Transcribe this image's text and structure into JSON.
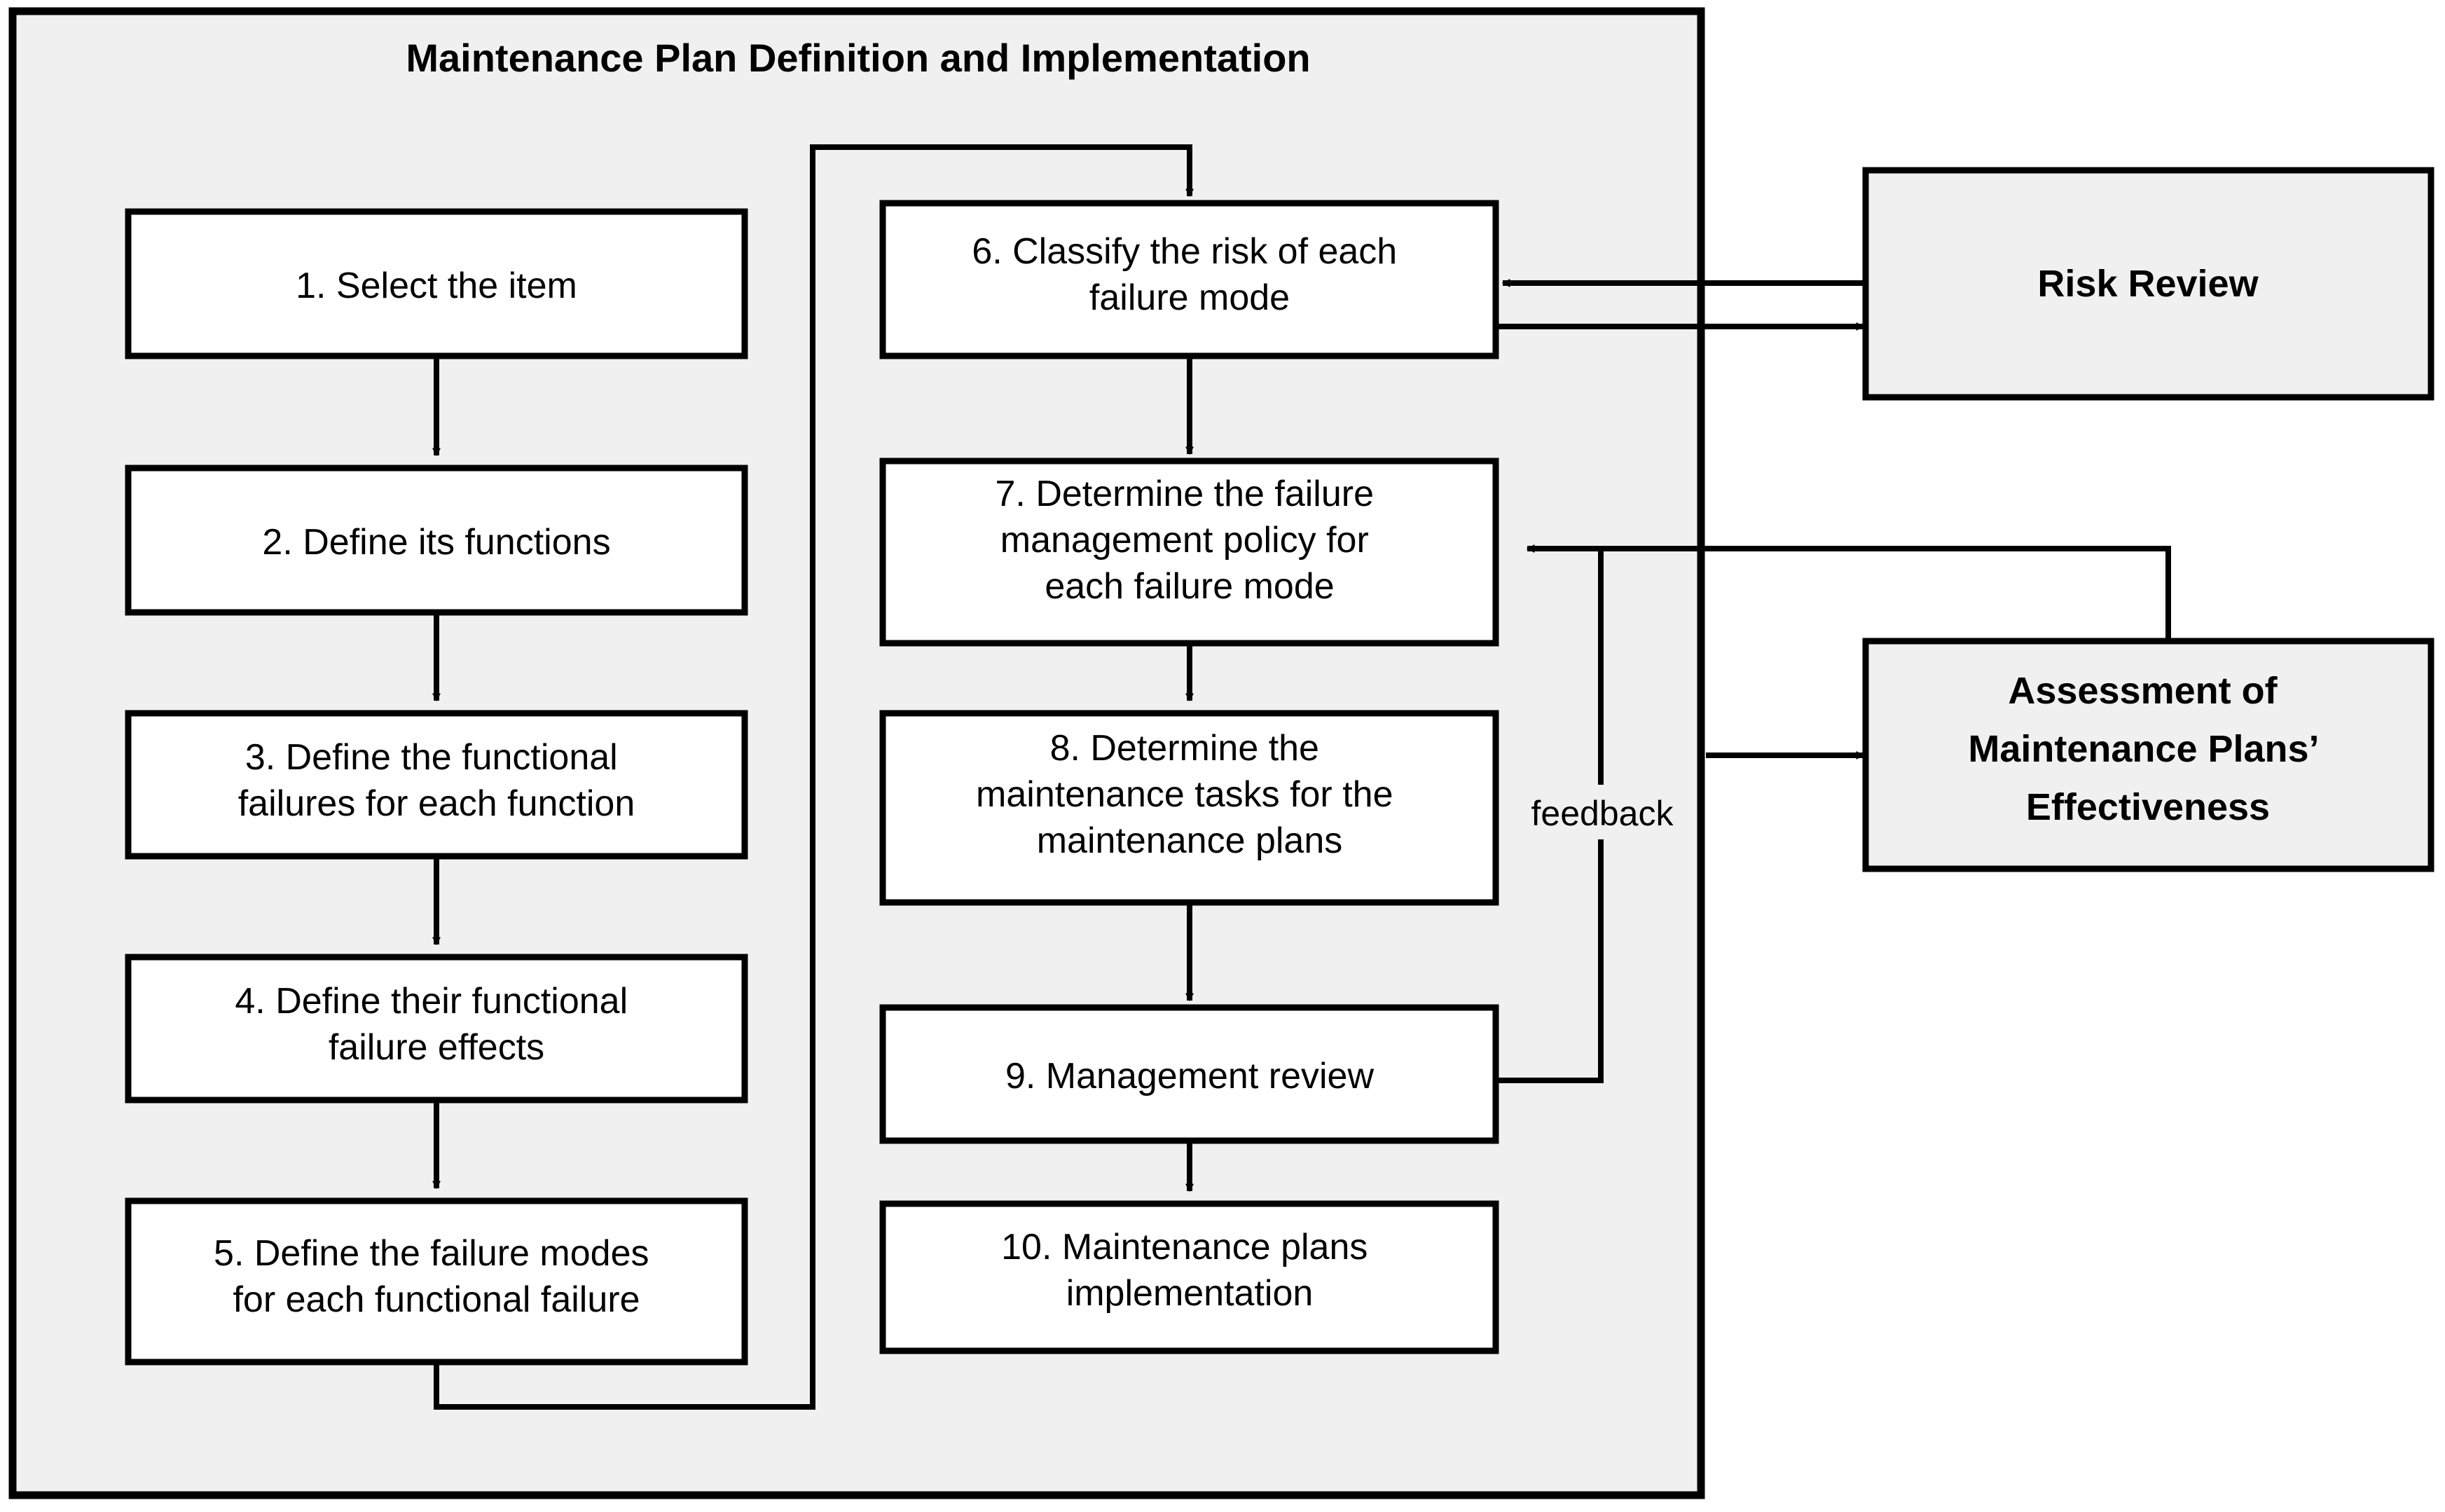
{
  "diagram": {
    "type": "flowchart",
    "container": {
      "title": "Maintenance Plan Definition and Implementation",
      "fill": "#f0f0f0",
      "stroke": "#000000"
    },
    "process_boxes_left": [
      {
        "id": "step1",
        "label": "1. Select the item"
      },
      {
        "id": "step2",
        "label": "2. Define its functions"
      },
      {
        "id": "step3",
        "label": "3. Define the functional\nfailures for each function"
      },
      {
        "id": "step4",
        "label": "4. Define their functional\nfailure effects"
      },
      {
        "id": "step5",
        "label": "5. Define the failure modes\nfor each functional failure"
      }
    ],
    "process_boxes_middle": [
      {
        "id": "step6",
        "label": "6. Classify the risk of each\nfailure mode"
      },
      {
        "id": "step7",
        "label": "7. Determine the failure\nmanagement policy for\neach failure mode"
      },
      {
        "id": "step8",
        "label": "8. Determine the\nmaintenance tasks for the\nmaintenance plans"
      },
      {
        "id": "step9",
        "label": "9. Management review"
      },
      {
        "id": "step10",
        "label": "10. Maintenance plans\nimplementation"
      }
    ],
    "external_boxes": [
      {
        "id": "risk-review",
        "label": "Risk Review",
        "fill": "#f0f0f0"
      },
      {
        "id": "assessment",
        "label": "Assessment of\nMaintenance Plans’\nEffectiveness",
        "fill": "#f0f0f0"
      }
    ],
    "edge_labels": [
      {
        "id": "feedback",
        "label": "feedback"
      }
    ],
    "colors": {
      "box_fill": "#ffffff",
      "panel_fill": "#f0f0f0",
      "line": "#000000",
      "text": "#000000"
    }
  }
}
